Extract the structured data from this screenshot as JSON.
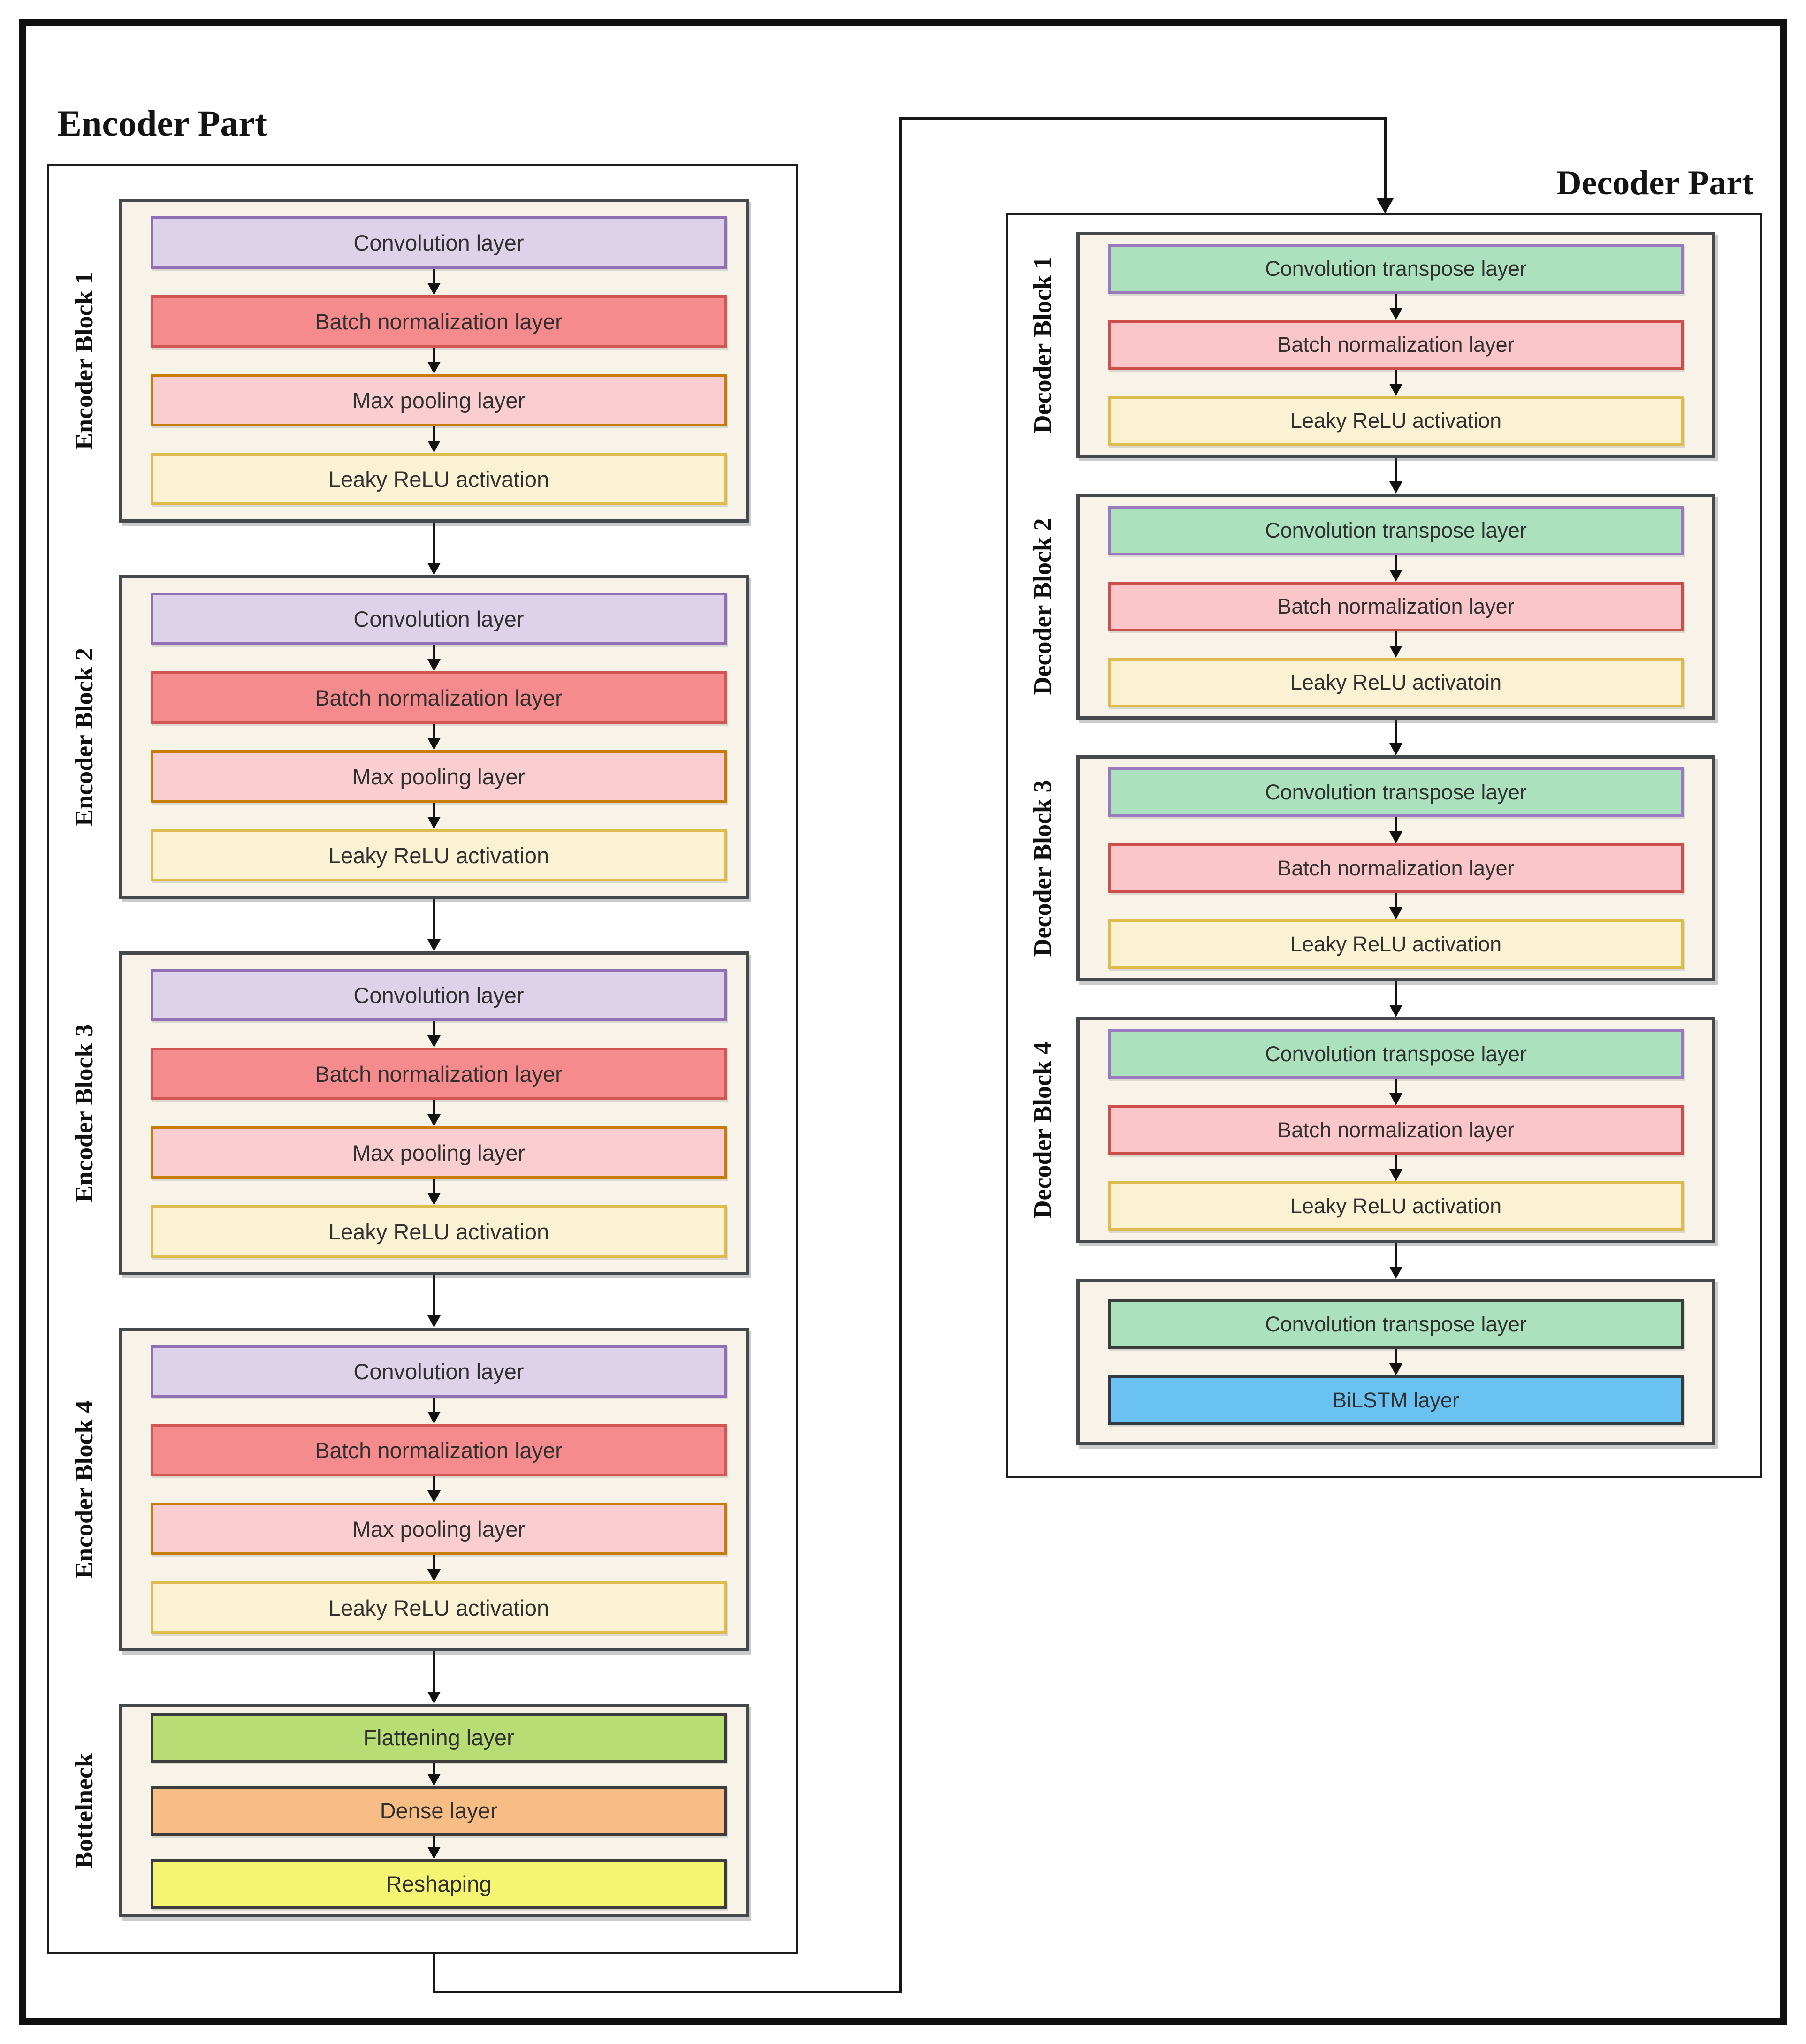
{
  "titles": {
    "encoder_part": "Encoder Part",
    "decoder_part": "Decoder Part"
  },
  "encoder": {
    "blocks": [
      {
        "label": "Encoder Block 1",
        "layers": [
          {
            "text": "Convolution layer",
            "type": "conv"
          },
          {
            "text": "Batch normalization layer",
            "type": "bn_strong"
          },
          {
            "text": "Max pooling layer",
            "type": "maxpool"
          },
          {
            "text": "Leaky ReLU activation",
            "type": "lrelu"
          }
        ]
      },
      {
        "label": "Encoder Block 2",
        "layers": [
          {
            "text": "Convolution layer",
            "type": "conv"
          },
          {
            "text": "Batch normalization layer",
            "type": "bn_strong"
          },
          {
            "text": "Max pooling layer",
            "type": "maxpool"
          },
          {
            "text": "Leaky ReLU activation",
            "type": "lrelu"
          }
        ]
      },
      {
        "label": "Encoder Block 3",
        "layers": [
          {
            "text": "Convolution layer",
            "type": "conv"
          },
          {
            "text": "Batch normalization layer",
            "type": "bn_strong"
          },
          {
            "text": "Max pooling layer",
            "type": "maxpool"
          },
          {
            "text": "Leaky ReLU activation",
            "type": "lrelu"
          }
        ]
      },
      {
        "label": "Encoder Block 4",
        "layers": [
          {
            "text": "Convolution layer",
            "type": "conv"
          },
          {
            "text": "Batch normalization layer",
            "type": "bn_strong"
          },
          {
            "text": "Max pooling layer",
            "type": "maxpool"
          },
          {
            "text": "Leaky ReLU activation",
            "type": "lrelu"
          }
        ]
      },
      {
        "label": "Bottelneck",
        "layers": [
          {
            "text": "Flattening layer",
            "type": "flatten"
          },
          {
            "text": "Dense layer",
            "type": "dense"
          },
          {
            "text": "Reshaping",
            "type": "reshape"
          }
        ]
      }
    ]
  },
  "decoder": {
    "blocks": [
      {
        "label": "Decoder Block 1",
        "layers": [
          {
            "text": "Convolution transpose layer",
            "type": "convt"
          },
          {
            "text": "Batch normalization layer",
            "type": "bn_light"
          },
          {
            "text": "Leaky ReLU activation",
            "type": "lrelu"
          }
        ]
      },
      {
        "label": "Decoder Block 2",
        "layers": [
          {
            "text": "Convolution transpose layer",
            "type": "convt"
          },
          {
            "text": "Batch normalization layer",
            "type": "bn_light"
          },
          {
            "text": "Leaky ReLU activatoin",
            "type": "lrelu"
          }
        ]
      },
      {
        "label": "Decoder Block 3",
        "layers": [
          {
            "text": "Convolution transpose layer",
            "type": "convt"
          },
          {
            "text": "Batch normalization layer",
            "type": "bn_light"
          },
          {
            "text": "Leaky ReLU activation",
            "type": "lrelu"
          }
        ]
      },
      {
        "label": "Decoder Block 4",
        "layers": [
          {
            "text": "Convolution transpose layer",
            "type": "convt"
          },
          {
            "text": "Batch normalization layer",
            "type": "bn_light"
          },
          {
            "text": "Leaky ReLU activation",
            "type": "lrelu"
          }
        ]
      },
      {
        "label": "",
        "layers": [
          {
            "text": "Convolution transpose layer",
            "type": "convt_dark"
          },
          {
            "text": "BiLSTM layer",
            "type": "bilstm"
          }
        ]
      }
    ]
  },
  "colors": {
    "page_background": "#ffffff",
    "block_background": "#f7f3e8",
    "block_border": "#45494d",
    "panel_border": "#1c1c1c",
    "connector": "#161616",
    "text": "#303030",
    "layer_styles": {
      "conv": {
        "fill": "#ddd2e9",
        "border": "#9070b5"
      },
      "bn_strong": {
        "fill": "#f68b8d",
        "border": "#d25754"
      },
      "maxpool": {
        "fill": "#facdd0",
        "border": "#c77c05"
      },
      "lrelu": {
        "fill": "#fbf1d3",
        "border": "#debb4d"
      },
      "flatten": {
        "fill": "#b9dd75",
        "border": "#3c3c3c"
      },
      "dense": {
        "fill": "#f7bd85",
        "border": "#3c3c3c"
      },
      "reshape": {
        "fill": "#f5f573",
        "border": "#3c3c3c"
      },
      "convt": {
        "fill": "#ace1be",
        "border": "#9b79be"
      },
      "convt_dark": {
        "fill": "#ace1be",
        "border": "#3c3c3c"
      },
      "bn_light": {
        "fill": "#fac6c9",
        "border": "#cc4f4c"
      },
      "bilstm": {
        "fill": "#69c2f2",
        "border": "#333b42"
      }
    }
  }
}
